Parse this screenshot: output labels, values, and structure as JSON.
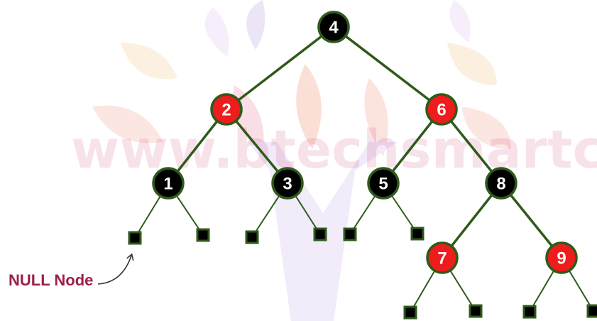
{
  "watermark": {
    "text": "www.btechsmartclass.com"
  },
  "colors": {
    "edge": "#2f5a1a",
    "black_node": "#000000",
    "red_node": "#ee1c1c",
    "node_border": "#2f5a1a",
    "null_leaf": "#000000",
    "null_border": "#2f5a1a",
    "label": "#9c1f4d"
  },
  "tree": {
    "nodes": [
      {
        "id": "n4",
        "label": "4",
        "color": "black"
      },
      {
        "id": "n2",
        "label": "2",
        "color": "red"
      },
      {
        "id": "n6",
        "label": "6",
        "color": "red"
      },
      {
        "id": "n1",
        "label": "1",
        "color": "black"
      },
      {
        "id": "n3",
        "label": "3",
        "color": "black"
      },
      {
        "id": "n5",
        "label": "5",
        "color": "black"
      },
      {
        "id": "n8",
        "label": "8",
        "color": "black"
      },
      {
        "id": "n7",
        "label": "7",
        "color": "red"
      },
      {
        "id": "n9",
        "label": "9",
        "color": "red"
      }
    ],
    "edges": [
      [
        "n4",
        "n2"
      ],
      [
        "n4",
        "n6"
      ],
      [
        "n2",
        "n1"
      ],
      [
        "n2",
        "n3"
      ],
      [
        "n6",
        "n5"
      ],
      [
        "n6",
        "n8"
      ],
      [
        "n8",
        "n7"
      ],
      [
        "n8",
        "n9"
      ],
      [
        "n1",
        "l1"
      ],
      [
        "n1",
        "l2"
      ],
      [
        "n3",
        "l3"
      ],
      [
        "n3",
        "l4"
      ],
      [
        "n5",
        "l5"
      ],
      [
        "n5",
        "l6"
      ],
      [
        "n7",
        "l7"
      ],
      [
        "n7",
        "l8"
      ],
      [
        "n9",
        "l9"
      ],
      [
        "n9",
        "l10"
      ]
    ],
    "null_leaves": [
      "l1",
      "l2",
      "l3",
      "l4",
      "l5",
      "l6",
      "l7",
      "l8",
      "l9",
      "l10"
    ]
  },
  "annotation": {
    "label": "NULL Node",
    "target": "l1"
  }
}
